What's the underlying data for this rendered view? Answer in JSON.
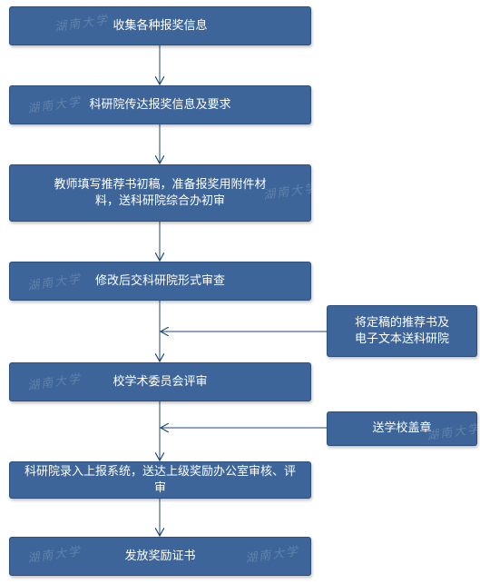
{
  "colors": {
    "box_fill": "#3d6599",
    "box_border": "#2c4f7d",
    "box_text": "#ffffff",
    "arrow": "#1f4a7a"
  },
  "watermark_text": "湖南大学",
  "main_steps": [
    {
      "id": "step-1",
      "text": "收集各种报奖信息"
    },
    {
      "id": "step-2",
      "text": "科研院传达报奖信息及要求"
    },
    {
      "id": "step-3",
      "line1": "教师填写推荐书初稿，准备报奖用附件材",
      "line2": "料，送科研院综合办初审"
    },
    {
      "id": "step-4",
      "text": "修改后交科研院形式审查"
    },
    {
      "id": "step-5",
      "text": "校学术委员会评审"
    },
    {
      "id": "step-6",
      "text": "科研院录入上报系统，送达上级奖励办公室审核、评审"
    },
    {
      "id": "step-7",
      "text": "发放奖励证书"
    }
  ],
  "side_steps": [
    {
      "id": "side-1",
      "line1": "将定稿的推荐书及",
      "line2": "电子文本送科研院"
    },
    {
      "id": "side-2",
      "text": "送学校盖章"
    }
  ]
}
